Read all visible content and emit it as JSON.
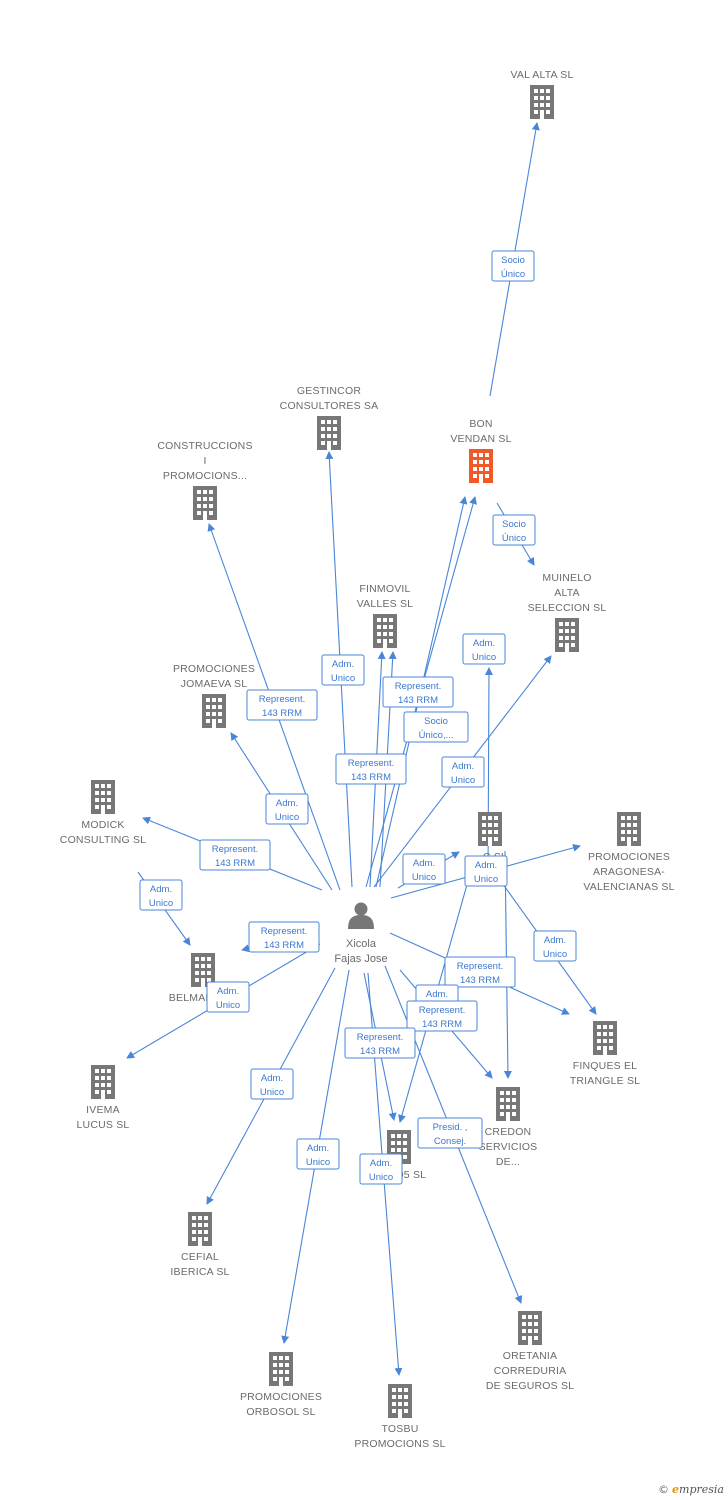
{
  "colors": {
    "edge": "#4a86d8",
    "building": "#777777",
    "building_highlight": "#f05a28",
    "person": "#777777",
    "label": "#6b6b6b"
  },
  "icons": {
    "company": "building-icon",
    "person": "person-icon"
  },
  "person": {
    "id": "xicola",
    "lines": [
      "Xicola",
      "Fajas Jose"
    ]
  },
  "companies": [
    {
      "id": "valalta",
      "lines": [
        "VAL ALTA SL"
      ],
      "highlight": false
    },
    {
      "id": "bonvendan",
      "lines": [
        "BON",
        "VENDAN SL"
      ],
      "highlight": true
    },
    {
      "id": "gestincor",
      "lines": [
        "GESTINCOR",
        "CONSULTORES SA"
      ],
      "highlight": false
    },
    {
      "id": "construccions",
      "lines": [
        "CONSTRUCCIONS",
        "I",
        "PROMOCIONS..."
      ],
      "highlight": false
    },
    {
      "id": "finmovil",
      "lines": [
        "FINMOVIL",
        "VALLES SL"
      ],
      "highlight": false
    },
    {
      "id": "muinelo",
      "lines": [
        "MUINELO",
        "ALTA",
        "SELECCION SL"
      ],
      "highlight": false
    },
    {
      "id": "jomaeva",
      "lines": [
        "PROMOCIONES",
        "JOMAEVA SL"
      ],
      "highlight": false
    },
    {
      "id": "modick",
      "lines": [
        "MODICK",
        "CONSULTING SL"
      ],
      "highlight": false
    },
    {
      "id": "csl",
      "lines": [
        "C      SL"
      ],
      "highlight": false
    },
    {
      "id": "aragonesa",
      "lines": [
        "PROMOCIONES",
        "ARAGONESA-",
        "VALENCIANAS SL"
      ],
      "highlight": false
    },
    {
      "id": "belman",
      "lines": [
        "BELMAN"
      ],
      "highlight": false
    },
    {
      "id": "finques",
      "lines": [
        "FINQUES EL",
        "TRIANGLE SL"
      ],
      "highlight": false
    },
    {
      "id": "ivema",
      "lines": [
        "IVEMA",
        "LUCUS SL"
      ],
      "highlight": false
    },
    {
      "id": "credon",
      "lines": [
        "CREDON",
        "SERVICIOS",
        "DE..."
      ],
      "highlight": false
    },
    {
      "id": "x05",
      "lines": [
        "05 SL"
      ],
      "highlight": false
    },
    {
      "id": "cefial",
      "lines": [
        "CEFIAL",
        "IBERICA SL"
      ],
      "highlight": false
    },
    {
      "id": "oretania",
      "lines": [
        "ORETANIA",
        "CORREDURIA",
        "DE SEGUROS SL"
      ],
      "highlight": false
    },
    {
      "id": "orbosol",
      "lines": [
        "PROMOCIONES",
        "ORBOSOL SL"
      ],
      "highlight": false
    },
    {
      "id": "tosbu",
      "lines": [
        "TOSBU",
        "PROMOCIONS SL"
      ],
      "highlight": false
    }
  ],
  "edge_labels": [
    {
      "id": "el-socio-valalta",
      "lines": [
        "Socio",
        "Único"
      ]
    },
    {
      "id": "el-socio-muinelo",
      "lines": [
        "Socio",
        "Único"
      ]
    },
    {
      "id": "el-adm-bon",
      "lines": [
        "Adm.",
        "Unico"
      ]
    },
    {
      "id": "el-adm-gestincor",
      "lines": [
        "Adm.",
        "Unico"
      ]
    },
    {
      "id": "el-rep-construccions",
      "lines": [
        "Represent.",
        "143 RRM"
      ]
    },
    {
      "id": "el-rep-finmovil",
      "lines": [
        "Represent.",
        "143 RRM"
      ]
    },
    {
      "id": "el-socio-finmovil",
      "lines": [
        "Socio",
        "Único,..."
      ]
    },
    {
      "id": "el-rep-bon",
      "lines": [
        "Represent.",
        "143 RRM"
      ]
    },
    {
      "id": "el-adm-muinelo",
      "lines": [
        "Adm.",
        "Unico"
      ]
    },
    {
      "id": "el-adm-jomaeva",
      "lines": [
        "Adm.",
        "Unico"
      ]
    },
    {
      "id": "el-rep-modick",
      "lines": [
        "Represent.",
        "143 RRM"
      ]
    },
    {
      "id": "el-adm-csl",
      "lines": [
        "Adm.",
        "Unico"
      ]
    },
    {
      "id": "el-adm-aragonesa",
      "lines": [
        "Adm.",
        "Unico"
      ]
    },
    {
      "id": "el-adm-modick-belman",
      "lines": [
        "Adm.",
        "Unico"
      ]
    },
    {
      "id": "el-rep-belman",
      "lines": [
        "Represent.",
        "143 RRM"
      ]
    },
    {
      "id": "el-adm-ivema",
      "lines": [
        "Adm.",
        "Unico"
      ]
    },
    {
      "id": "el-adm-finques",
      "lines": [
        "Adm.",
        "Unico"
      ]
    },
    {
      "id": "el-rep-finques",
      "lines": [
        "Represent.",
        "143 RRM"
      ]
    },
    {
      "id": "el-adm-credon",
      "lines": [
        "Adm.",
        "Unico"
      ]
    },
    {
      "id": "el-rep-credon",
      "lines": [
        "Represent.",
        "143 RRM"
      ]
    },
    {
      "id": "el-rep-x05",
      "lines": [
        "Represent.",
        "143 RRM"
      ]
    },
    {
      "id": "el-adm-cefial",
      "lines": [
        "Adm.",
        "Unico"
      ]
    },
    {
      "id": "el-presid",
      "lines": [
        "Presid. ,",
        "Consej."
      ]
    },
    {
      "id": "el-adm-orbosol",
      "lines": [
        "Adm.",
        "Unico"
      ]
    },
    {
      "id": "el-adm-tosbu",
      "lines": [
        "Adm.",
        "Unico"
      ]
    }
  ],
  "credit": {
    "copyright": "©",
    "brand_initial": "e",
    "brand_rest": "mpresia"
  }
}
